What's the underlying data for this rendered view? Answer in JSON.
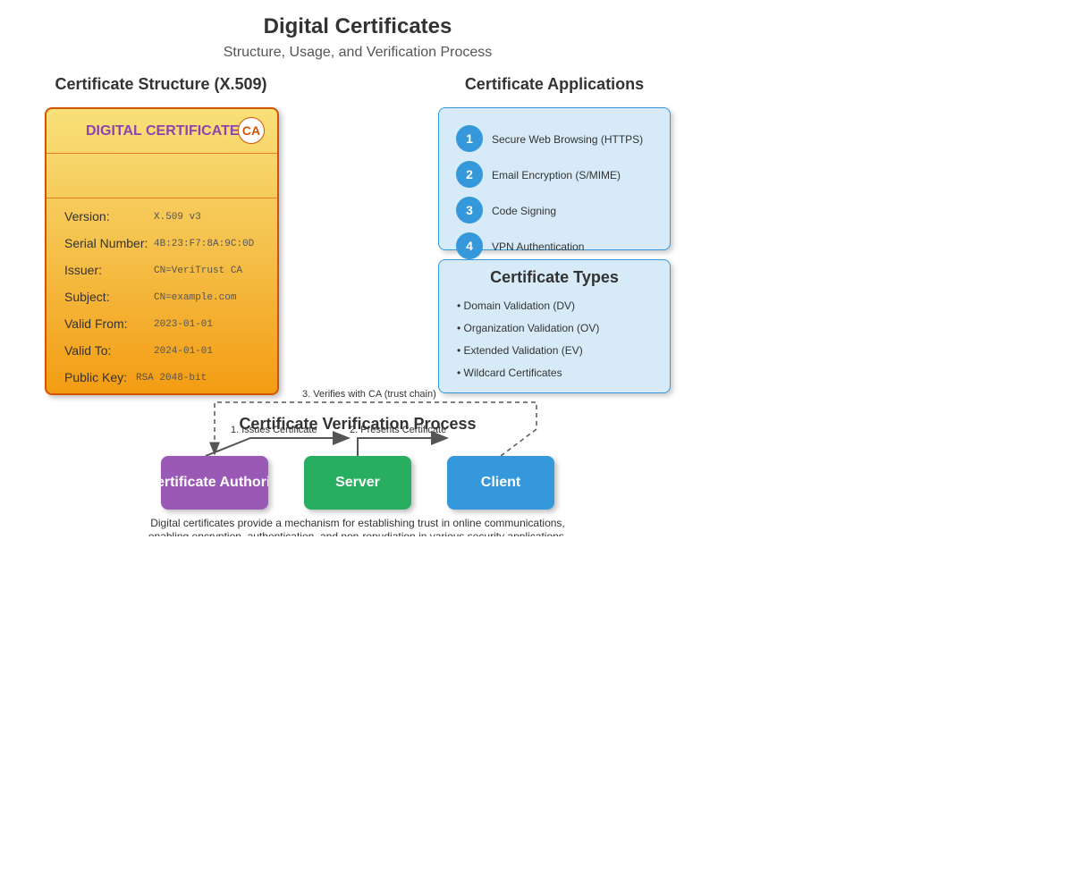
{
  "header": {
    "title": "Digital Certificates",
    "subtitle": "Structure, Usage, and Verification Process"
  },
  "structure": {
    "section_title": "Certificate Structure (X.509)",
    "heading": "DIGITAL CERTIFICATE",
    "seal": "CA",
    "fields": [
      {
        "label": "Version:",
        "value": "X.509 v3"
      },
      {
        "label": "Serial Number:",
        "value": "4B:23:F7:8A:9C:0D"
      },
      {
        "label": "Issuer:",
        "value": "CN=VeriTrust CA"
      },
      {
        "label": "Subject:",
        "value": "CN=example.com"
      },
      {
        "label": "Valid From:",
        "value": "2023-01-01"
      },
      {
        "label": "Valid To:",
        "value": "2024-01-01"
      },
      {
        "label": "Public Key:",
        "value": "RSA 2048-bit"
      }
    ]
  },
  "applications": {
    "section_title": "Certificate Applications",
    "items": [
      {
        "number": "1",
        "label": "Secure Web Browsing (HTTPS)"
      },
      {
        "number": "2",
        "label": "Email Encryption (S/MIME)"
      },
      {
        "number": "3",
        "label": "Code Signing"
      },
      {
        "number": "4",
        "label": "VPN Authentication"
      }
    ]
  },
  "types": {
    "section_title": "Certificate Types",
    "items": [
      "• Domain Validation (DV)",
      "• Organization Validation (OV)",
      "• Extended Validation (EV)",
      "• Wildcard Certificates"
    ]
  },
  "verification": {
    "section_title": "Certificate Verification Process",
    "actors": [
      {
        "label": "Certificate Authority",
        "color": "#9b59b6"
      },
      {
        "label": "Server",
        "color": "#27ae60"
      },
      {
        "label": "Client",
        "color": "#3498db"
      }
    ],
    "steps": [
      "1. Issues Certificate",
      "2. Presents Certificate",
      "3. Verifies with CA (trust chain)"
    ],
    "footnote": "Digital certificates provide a mechanism for establishing trust in online communications, enabling encryption, authentication, and non-repudiation in various security applications."
  },
  "colors": {
    "certificate_border": "#d35400",
    "certificate_heading": "#8e44ad",
    "applications_fill": "#d6eaf8",
    "applications_accent": "#3498db",
    "arrow": "#555555"
  }
}
